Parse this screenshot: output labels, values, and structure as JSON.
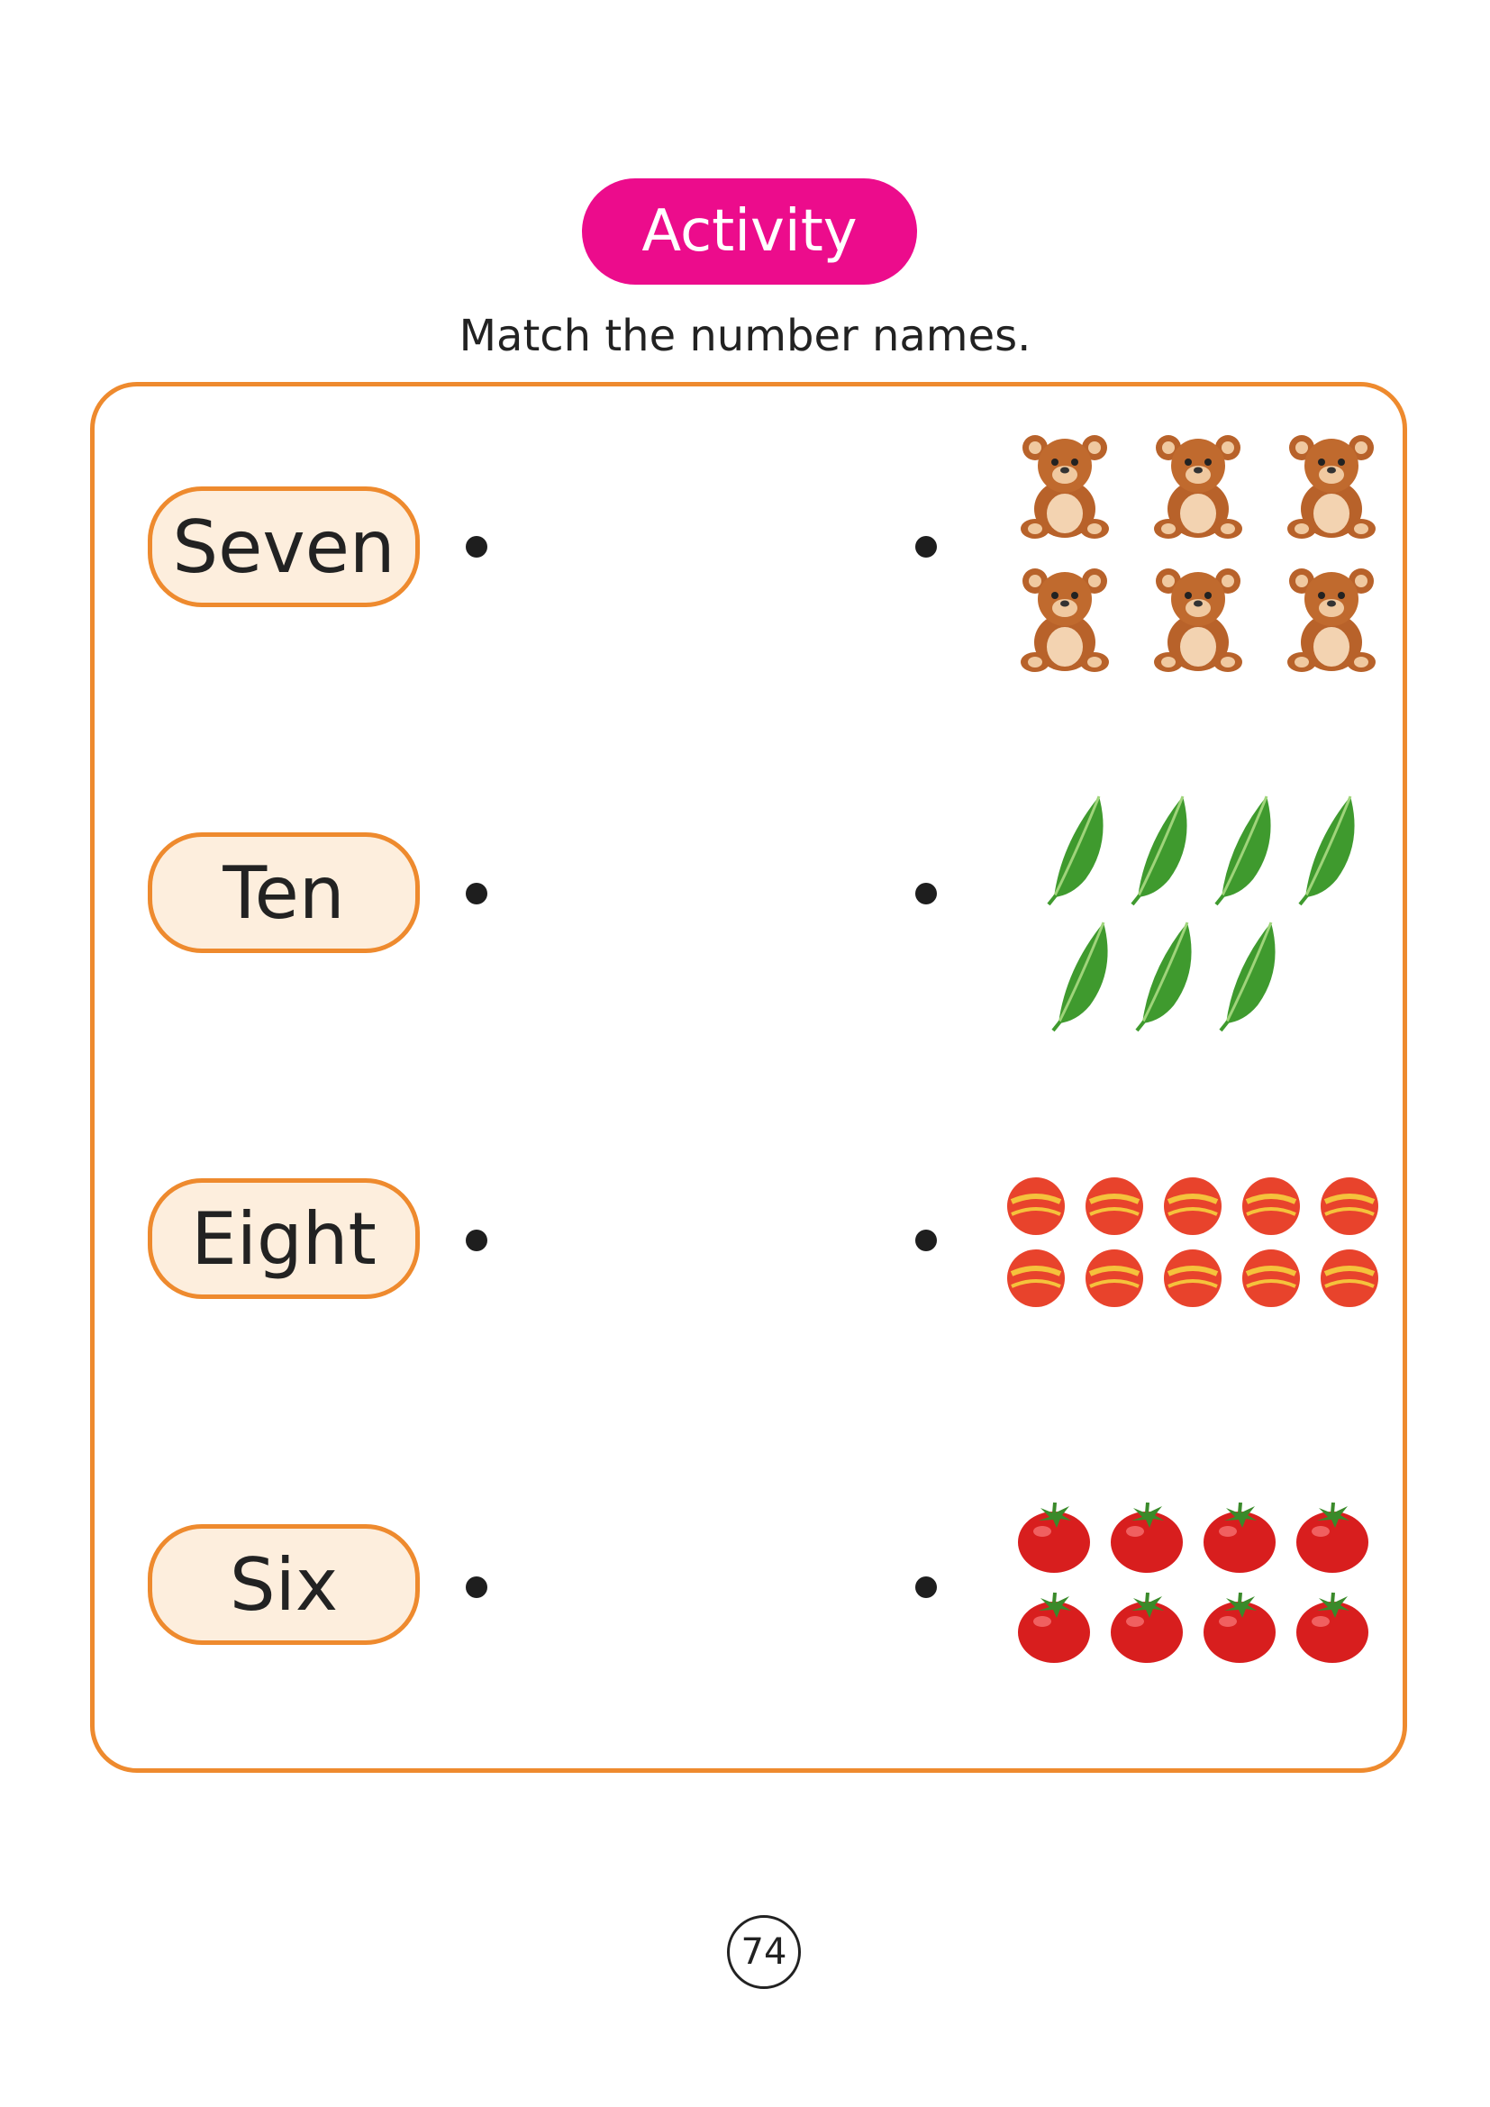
{
  "header": {
    "title": "Activity",
    "instruction": "Match the number names."
  },
  "rows": [
    {
      "word": "Seven",
      "picture": {
        "name": "teddy-bear",
        "count": 6
      }
    },
    {
      "word": "Ten",
      "picture": {
        "name": "leaf",
        "count": 7
      }
    },
    {
      "word": "Eight",
      "picture": {
        "name": "ball",
        "count": 10
      }
    },
    {
      "word": "Six",
      "picture": {
        "name": "tomato",
        "count": 8
      }
    }
  ],
  "footer": {
    "page_number": "74"
  },
  "colors": {
    "title_pill": "#ec0c8c",
    "frame_border": "#ee8a2e",
    "word_box_fill": "#fdeedd"
  }
}
